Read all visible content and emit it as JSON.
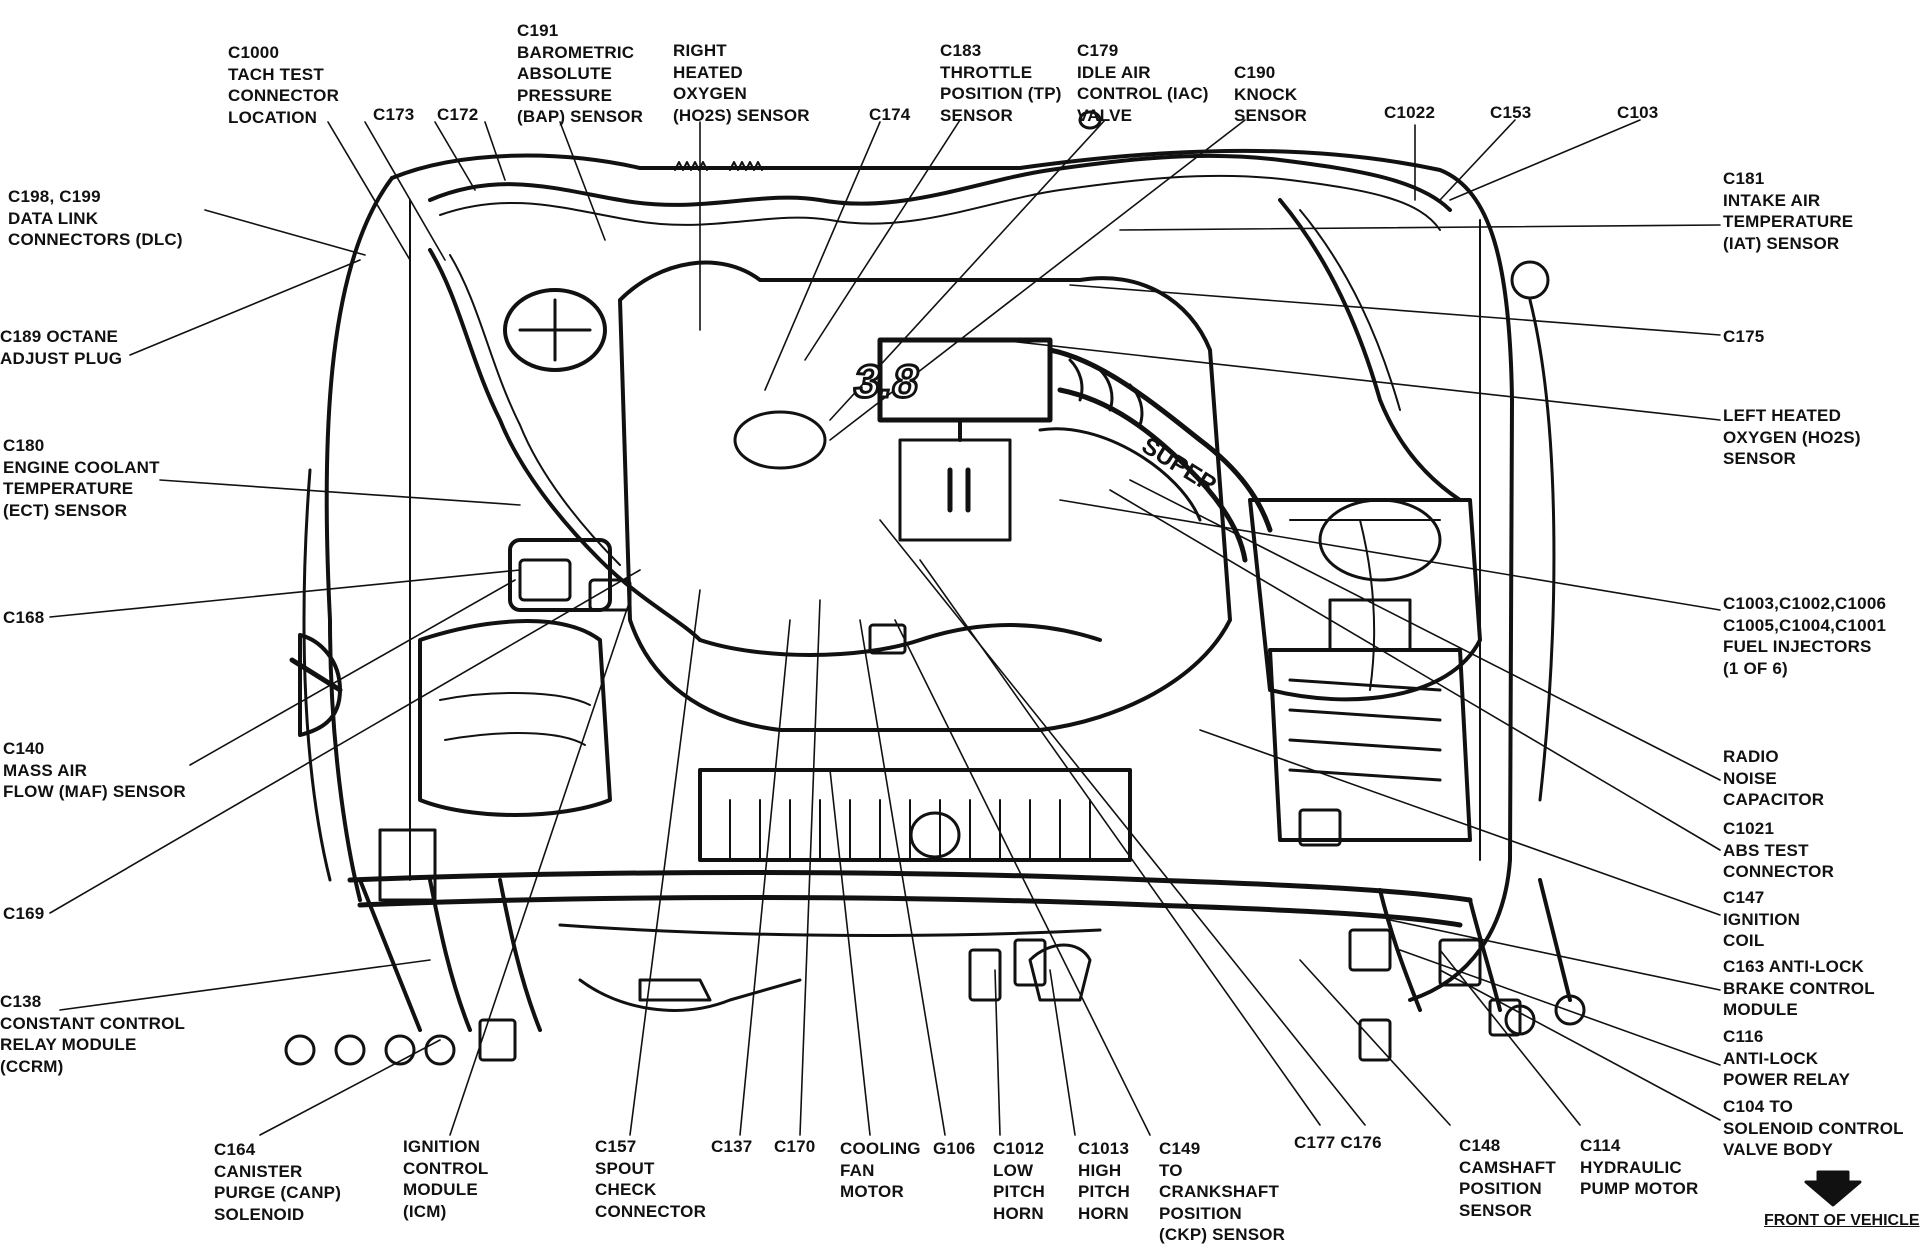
{
  "labels": [
    {
      "id": "c1000",
      "text": "C1000\nTACH TEST\nCONNECTOR\nLOCATION"
    },
    {
      "id": "c191",
      "text": "C191\nBAROMETRIC\nABSOLUTE\nPRESSURE\n(BAP) SENSOR"
    },
    {
      "id": "right_ho2s",
      "text": "RIGHT\nHEATED\nOXYGEN\n(HO2S) SENSOR"
    },
    {
      "id": "c183",
      "text": "C183\nTHROTTLE\nPOSITION (TP)\nSENSOR"
    },
    {
      "id": "c179",
      "text": "C179\nIDLE AIR\nCONTROL (IAC)\nVALVE"
    },
    {
      "id": "c190",
      "text": "C190\nKNOCK\nSENSOR"
    },
    {
      "id": "c173",
      "text": "C173"
    },
    {
      "id": "c172",
      "text": "C172"
    },
    {
      "id": "c174",
      "text": "C174"
    },
    {
      "id": "c1022",
      "text": "C1022"
    },
    {
      "id": "c153",
      "text": "C153"
    },
    {
      "id": "c103",
      "text": "C103"
    },
    {
      "id": "c198",
      "text": "C198, C199\nDATA LINK\nCONNECTORS (DLC)"
    },
    {
      "id": "c181",
      "text": "C181\nINTAKE AIR\nTEMPERATURE\n(IAT) SENSOR"
    },
    {
      "id": "c189",
      "text": "C189 OCTANE\nADJUST PLUG"
    },
    {
      "id": "c175",
      "text": "C175"
    },
    {
      "id": "left_ho2s",
      "text": "LEFT HEATED\nOXYGEN (HO2S)\nSENSOR"
    },
    {
      "id": "c180",
      "text": "C180\nENGINE COOLANT\nTEMPERATURE\n(ECT) SENSOR"
    },
    {
      "id": "injectors",
      "text": "C1003,C1002,C1006\nC1005,C1004,C1001\nFUEL INJECTORS\n(1 OF 6)"
    },
    {
      "id": "c168",
      "text": "C168"
    },
    {
      "id": "c140",
      "text": "C140\nMASS AIR\nFLOW (MAF) SENSOR"
    },
    {
      "id": "radio",
      "text": "RADIO\nNOISE\nCAPACITOR"
    },
    {
      "id": "c1021",
      "text": "C1021\nABS TEST\nCONNECTOR"
    },
    {
      "id": "c147",
      "text": "C147\nIGNITION\nCOIL"
    },
    {
      "id": "c169",
      "text": "C169"
    },
    {
      "id": "c163",
      "text": "C163 ANTI-LOCK\nBRAKE CONTROL\nMODULE"
    },
    {
      "id": "c138",
      "text": "C138\nCONSTANT CONTROL\nRELAY MODULE\n(CCRM)"
    },
    {
      "id": "c116",
      "text": "C116\nANTI-LOCK\nPOWER RELAY"
    },
    {
      "id": "c104",
      "text": "C104 TO\nSOLENOID CONTROL\nVALVE BODY"
    },
    {
      "id": "c164",
      "text": "C164\nCANISTER\nPURGE (CANP)\nSOLENOID"
    },
    {
      "id": "icm",
      "text": "IGNITION\nCONTROL\nMODULE\n(ICM)"
    },
    {
      "id": "c157",
      "text": "C157\nSPOUT\nCHECK\nCONNECTOR"
    },
    {
      "id": "c137",
      "text": "C137"
    },
    {
      "id": "c170",
      "text": "C170"
    },
    {
      "id": "fan",
      "text": "COOLING\nFAN\nMOTOR"
    },
    {
      "id": "g106",
      "text": "G106"
    },
    {
      "id": "c1012",
      "text": "C1012\nLOW\nPITCH\nHORN"
    },
    {
      "id": "c1013",
      "text": "C1013\nHIGH\nPITCH\nHORN"
    },
    {
      "id": "c149",
      "text": "C149\nTO\nCRANKSHAFT\nPOSITION\n(CKP) SENSOR"
    },
    {
      "id": "c177",
      "text": "C177 C176"
    },
    {
      "id": "c148",
      "text": "C148\nCAMSHAFT\nPOSITION\nSENSOR"
    },
    {
      "id": "c114",
      "text": "C114\nHYDRAULIC\nPUMP MOTOR"
    }
  ],
  "engine_badge": "3.8",
  "intake_lettering": "SUPER",
  "front_label": "FRONT OF VEHICLE"
}
